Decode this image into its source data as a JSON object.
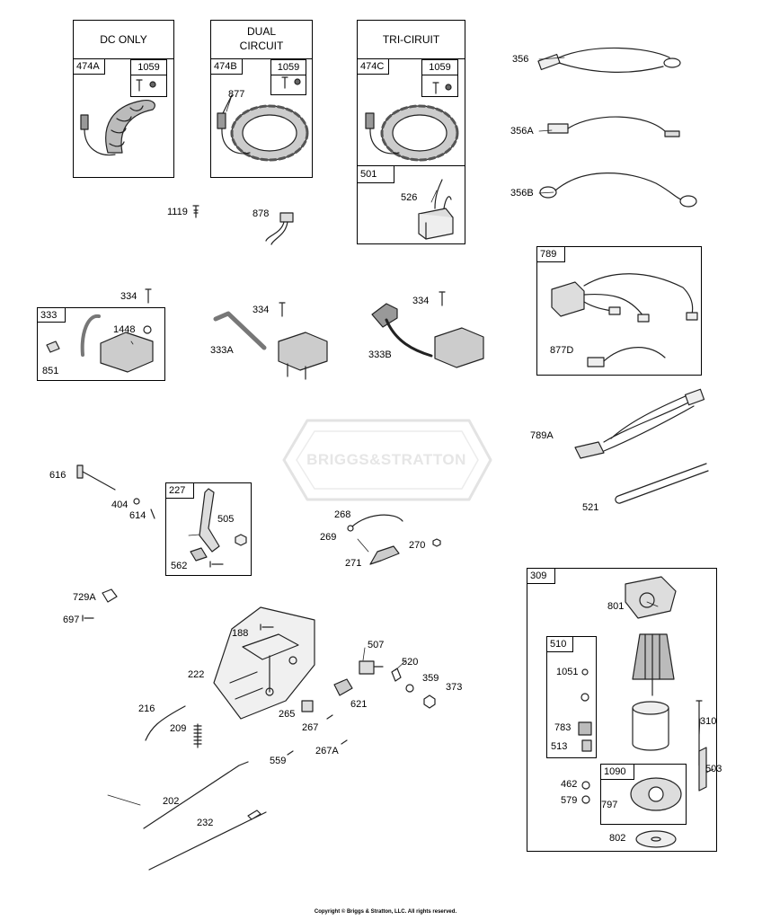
{
  "headers": {
    "dc_only": "DC ONLY",
    "dual_line1": "DUAL",
    "dual_line2": "CIRCUIT",
    "tri": "TRI-CIRUIT"
  },
  "watermark": "BRIGGS&STRATTON",
  "copyright": "Copyright © Briggs & Stratton, LLC. All rights reserved.",
  "parts": {
    "p474A": "474A",
    "p474B": "474B",
    "p474C": "474C",
    "p1059a": "1059",
    "p1059b": "1059",
    "p1059c": "1059",
    "p877": "877",
    "p501": "501",
    "p526": "526",
    "p1119": "1119",
    "p878": "878",
    "p356": "356",
    "p356A": "356A",
    "p356B": "356B",
    "p789": "789",
    "p877D": "877D",
    "p789A": "789A",
    "p521": "521",
    "p333": "333",
    "p334a": "334",
    "p334b": "334",
    "p334c": "334",
    "p1448": "1448",
    "p851": "851",
    "p333A": "333A",
    "p333B": "333B",
    "p616": "616",
    "p404": "404",
    "p614": "614",
    "p227": "227",
    "p505": "505",
    "p562": "562",
    "p268": "268",
    "p269": "269",
    "p270": "270",
    "p271": "271",
    "p729A": "729A",
    "p697": "697",
    "p188": "188",
    "p222": "222",
    "p507": "507",
    "p520": "520",
    "p359": "359",
    "p373": "373",
    "p621": "621",
    "p216": "216",
    "p209": "209",
    "p265": "265",
    "p267": "267",
    "p267A": "267A",
    "p559": "559",
    "p202": "202",
    "p232": "232",
    "p309": "309",
    "p801": "801",
    "p510": "510",
    "p1051": "1051",
    "p783": "783",
    "p513": "513",
    "p310": "310",
    "p503": "503",
    "p462": "462",
    "p579": "579",
    "p1090": "1090",
    "p797": "797",
    "p802": "802"
  }
}
